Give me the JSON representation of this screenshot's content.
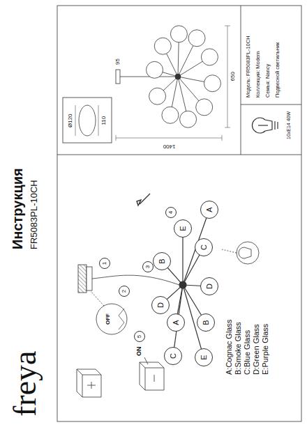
{
  "diagram": {
    "title": "Инструкция",
    "nodes": [
      {
        "text": [
          "E"
        ]
      },
      {
        "text": [
          "A"
        ]
      },
      {
        "text": [
          "C"
        ]
      },
      {
        "text": [
          "B"
        ]
      },
      {
        "text": [
          "D"
        ]
      },
      {
        "text": [
          "D"
        ]
      },
      {
        "text": [
          "A"
        ]
      },
      {
        "text": [
          "B"
        ]
      },
      {
        "text": [
          "E"
        ]
      },
      {
        "text": [
          "C"
        ]
      },
      {
        "text": [
          "1"
        ]
      },
      {
        "text": [
          "2"
        ]
      },
      {
        "text": [
          "3"
        ]
      },
      {
        "text": [
          "4"
        ]
      },
      {
        "text": [
          "5"
        ]
      }
    ],
    "labels": [
      "freya",
      "FR5083PL-10CH",
      "A:Cognac Glass",
      "B:Smoke Glass",
      "C:Blue Glass",
      "D:Green Glass",
      "E:Purple Glass",
      "OFF",
      "ON",
      "Модель: FR5083PL-10CH",
      "Коллекция: Modern",
      "Семья: Nancy",
      "Подвесной светильник",
      "10xE14 40W",
      "1400",
      "650",
      "Ø120",
      "110",
      "95"
    ]
  }
}
